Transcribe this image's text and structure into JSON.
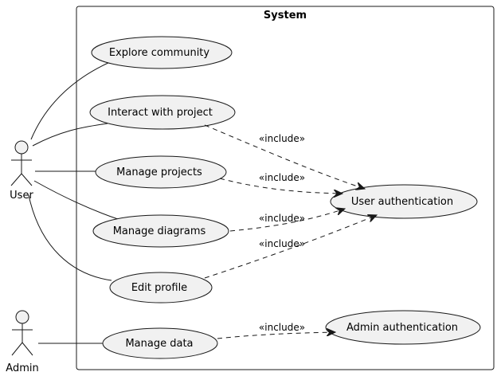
{
  "system": {
    "title": "System"
  },
  "actors": {
    "user": "User",
    "admin": "Admin"
  },
  "use_cases": {
    "explore_community": "Explore community",
    "interact_with_project": "Interact with project",
    "manage_projects": "Manage projects",
    "manage_diagrams": "Manage diagrams",
    "edit_profile": "Edit profile",
    "manage_data": "Manage data",
    "user_authentication": "User authentication",
    "admin_authentication": "Admin authentication"
  },
  "relations": {
    "include_label": "«include»"
  }
}
